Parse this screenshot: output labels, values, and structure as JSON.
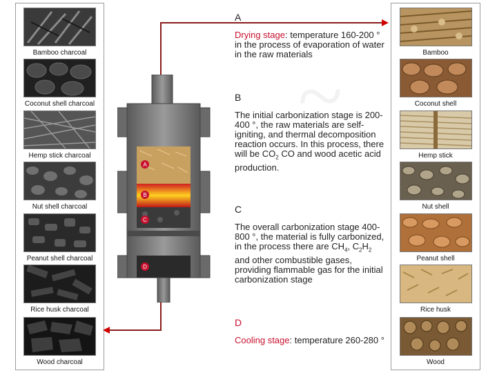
{
  "left_items": [
    {
      "label": "Bamboo charcoal"
    },
    {
      "label": "Coconut shell charcoal"
    },
    {
      "label": "Hemp stick charcoal"
    },
    {
      "label": "Nut shell charcoal"
    },
    {
      "label": "Peanut shell charcoal"
    },
    {
      "label": "Rice husk charcoal"
    },
    {
      "label": "Wood charcoal"
    }
  ],
  "right_items": [
    {
      "label": "Bamboo"
    },
    {
      "label": "Coconut shell"
    },
    {
      "label": "Hemp stick"
    },
    {
      "label": "Nut shell"
    },
    {
      "label": "Peanut shell"
    },
    {
      "label": "Rice husk"
    },
    {
      "label": "Wood"
    }
  ],
  "reactor_markers": [
    "A",
    "B",
    "C",
    "D"
  ],
  "stages": {
    "a": {
      "letter": "A",
      "name": "Drying stage",
      "text": ": temperature 160-200 ° in the process of evaporation of water in the raw materials"
    },
    "b": {
      "letter": "B",
      "text_1": "The initial carbonization stage is 200-400 °, the raw materials are self-igniting, and thermal decomposition reaction occurs. In this process, there will be CO",
      "sub_1": "2",
      "text_2": " CO and wood acetic acid production."
    },
    "c": {
      "letter": "C",
      "text_1": "The overall carbonization stage 400-800 °, the material is fully carbonized, in the process there are CH",
      "sub_1": "4",
      "text_2": ", C",
      "sub_2": "2",
      "text_3": "H",
      "sub_3": "2",
      "text_4": " and other combustible gases, providing flammable gas for the initial carbonization stage"
    },
    "d": {
      "letter": "D",
      "name": "Cooling stage",
      "text": ": temperature 260-280 °"
    }
  },
  "colors": {
    "accent_red": "#c8102e",
    "arrow_red": "#d00000",
    "line_dark_red": "#8a1a1a",
    "steel": "#7a7a7a"
  }
}
